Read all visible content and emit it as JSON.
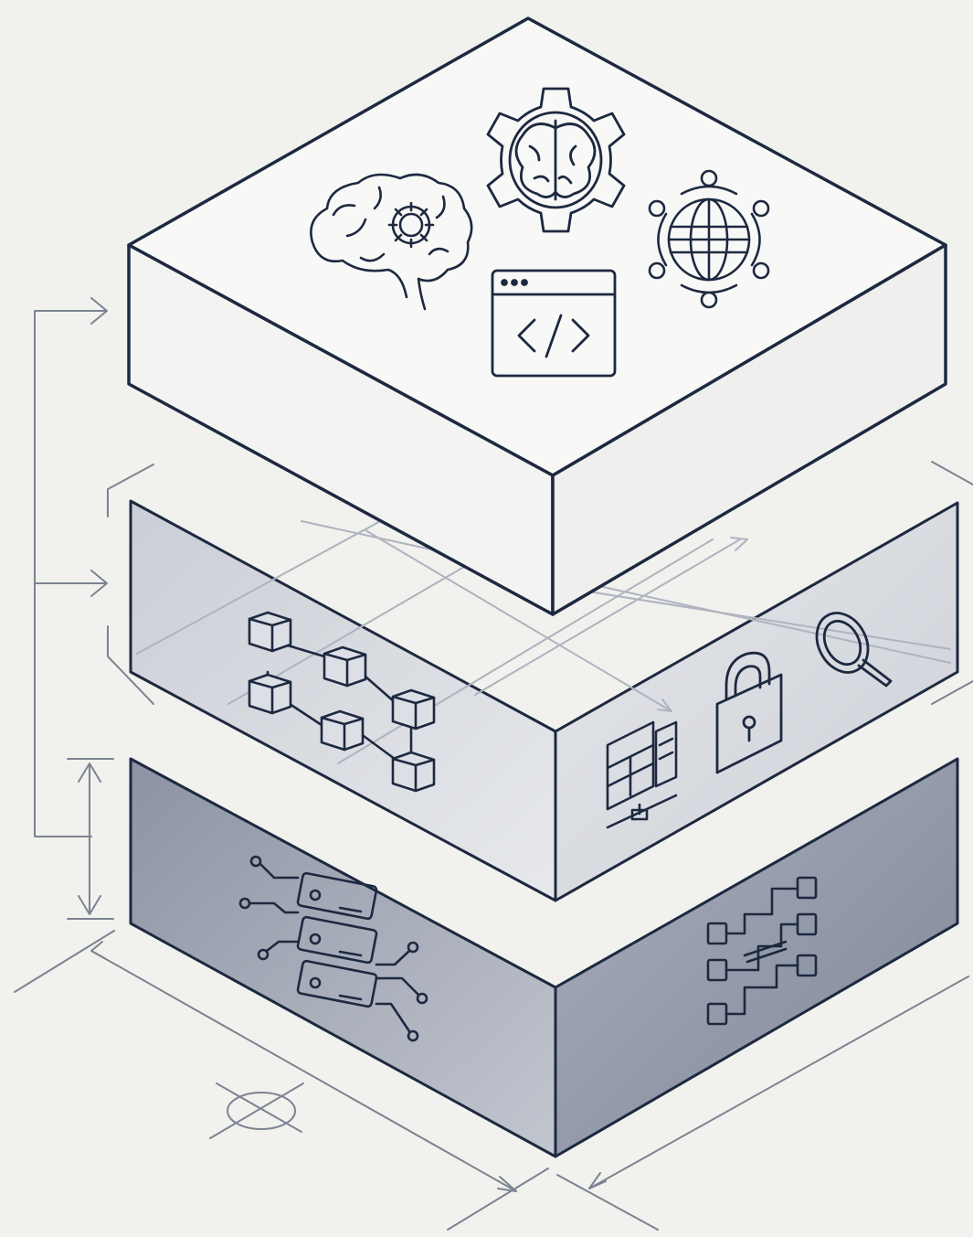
{
  "colors": {
    "background": "#f1f1ee",
    "outline": "#1d2940",
    "dimension_line": "#7c8391",
    "top_layer_face": "#f7f7f5",
    "middle_layer_face": "#d9dce2",
    "bottom_layer_left_face": "#a7acb8",
    "bottom_layer_right_face": "#8f96a5"
  },
  "layers": [
    {
      "position": "top",
      "fill": "light",
      "icons": [
        "brain-gear-icon",
        "gear-brain-icon",
        "globe-network-icon",
        "code-window-icon"
      ]
    },
    {
      "position": "middle",
      "fill": "translucent",
      "icons": [
        "block-network-icon",
        "workstation-icon",
        "padlock-icon",
        "magnifier-icon"
      ]
    },
    {
      "position": "bottom",
      "fill": "dark",
      "icons": [
        "server-rack-icon",
        "circuit-board-icon"
      ]
    }
  ],
  "annotations": [
    "bracket-arrows",
    "height-dimension",
    "width-dimension",
    "depth-dimension",
    "compass-mark"
  ]
}
